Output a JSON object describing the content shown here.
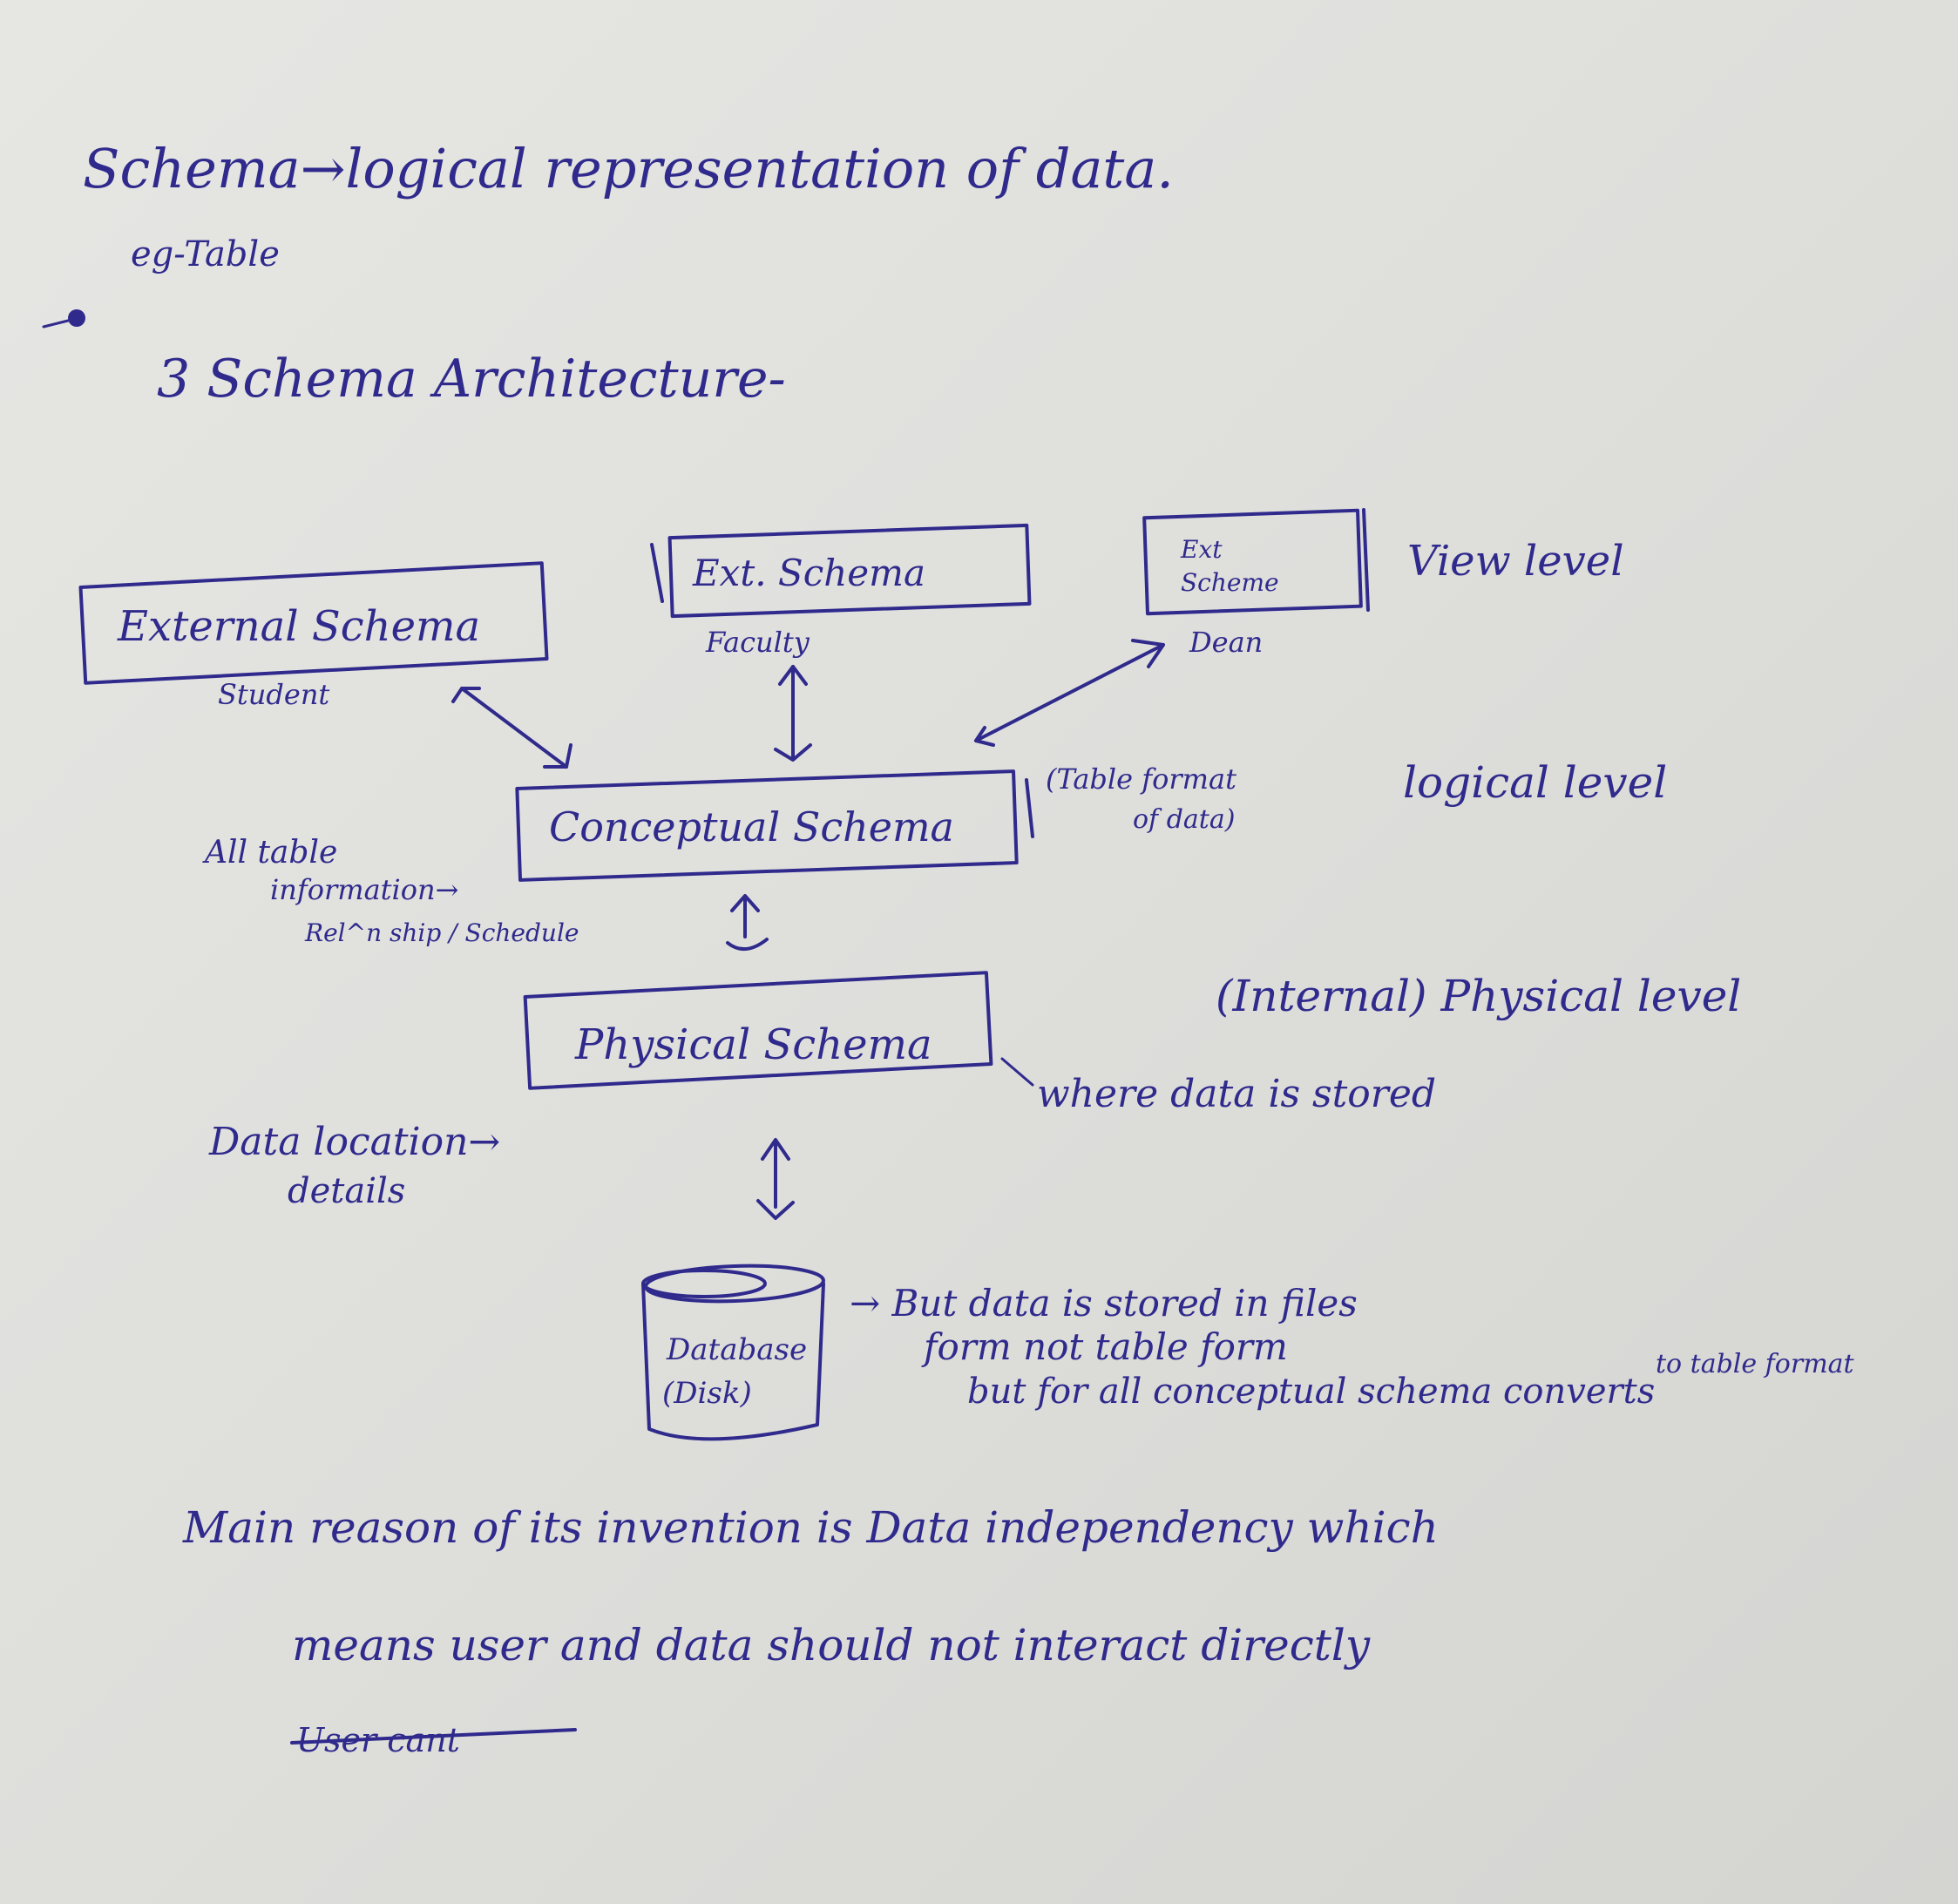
{
  "heading": {
    "line1": "Schema→logical representation of data.",
    "eg": "eg-Table",
    "line2": "3 Schema Architecture-"
  },
  "levels": {
    "view": "View level",
    "logical": "logical level",
    "physical": "(Internal) Physical level"
  },
  "boxes": {
    "external1": "External Schema",
    "external2": "Ext. Schema",
    "external3_line1": "Ext",
    "external3_line2": "Scheme",
    "conceptual": "Conceptual Schema",
    "physical": "Physical Schema",
    "database_line1": "Database",
    "database_line2": "(Disk)"
  },
  "box_labels": {
    "external1": "Student",
    "external2": "Faculty",
    "external3": "Dean"
  },
  "notes": {
    "conceptual_left_1": "All table",
    "conceptual_left_2": "information→",
    "conceptual_left_3": "Rel^n ship / Schedule",
    "conceptual_right_1": "(Table format",
    "conceptual_right_2": "of data)",
    "physical_left_1": "Data location→",
    "physical_left_2": "details",
    "physical_right": "where data is stored",
    "database_1": "→ But data is stored in files",
    "database_2": "form not table form",
    "database_3": "but for all conceptual schema converts",
    "database_3b": "to table format",
    "main_1": "Main reason of its invention is Data independency which",
    "main_2": "means user and data should not interact directly",
    "struck": "User cant"
  },
  "colors": {
    "ink": "#2f2a8c",
    "paper": "#e3e3e0"
  }
}
